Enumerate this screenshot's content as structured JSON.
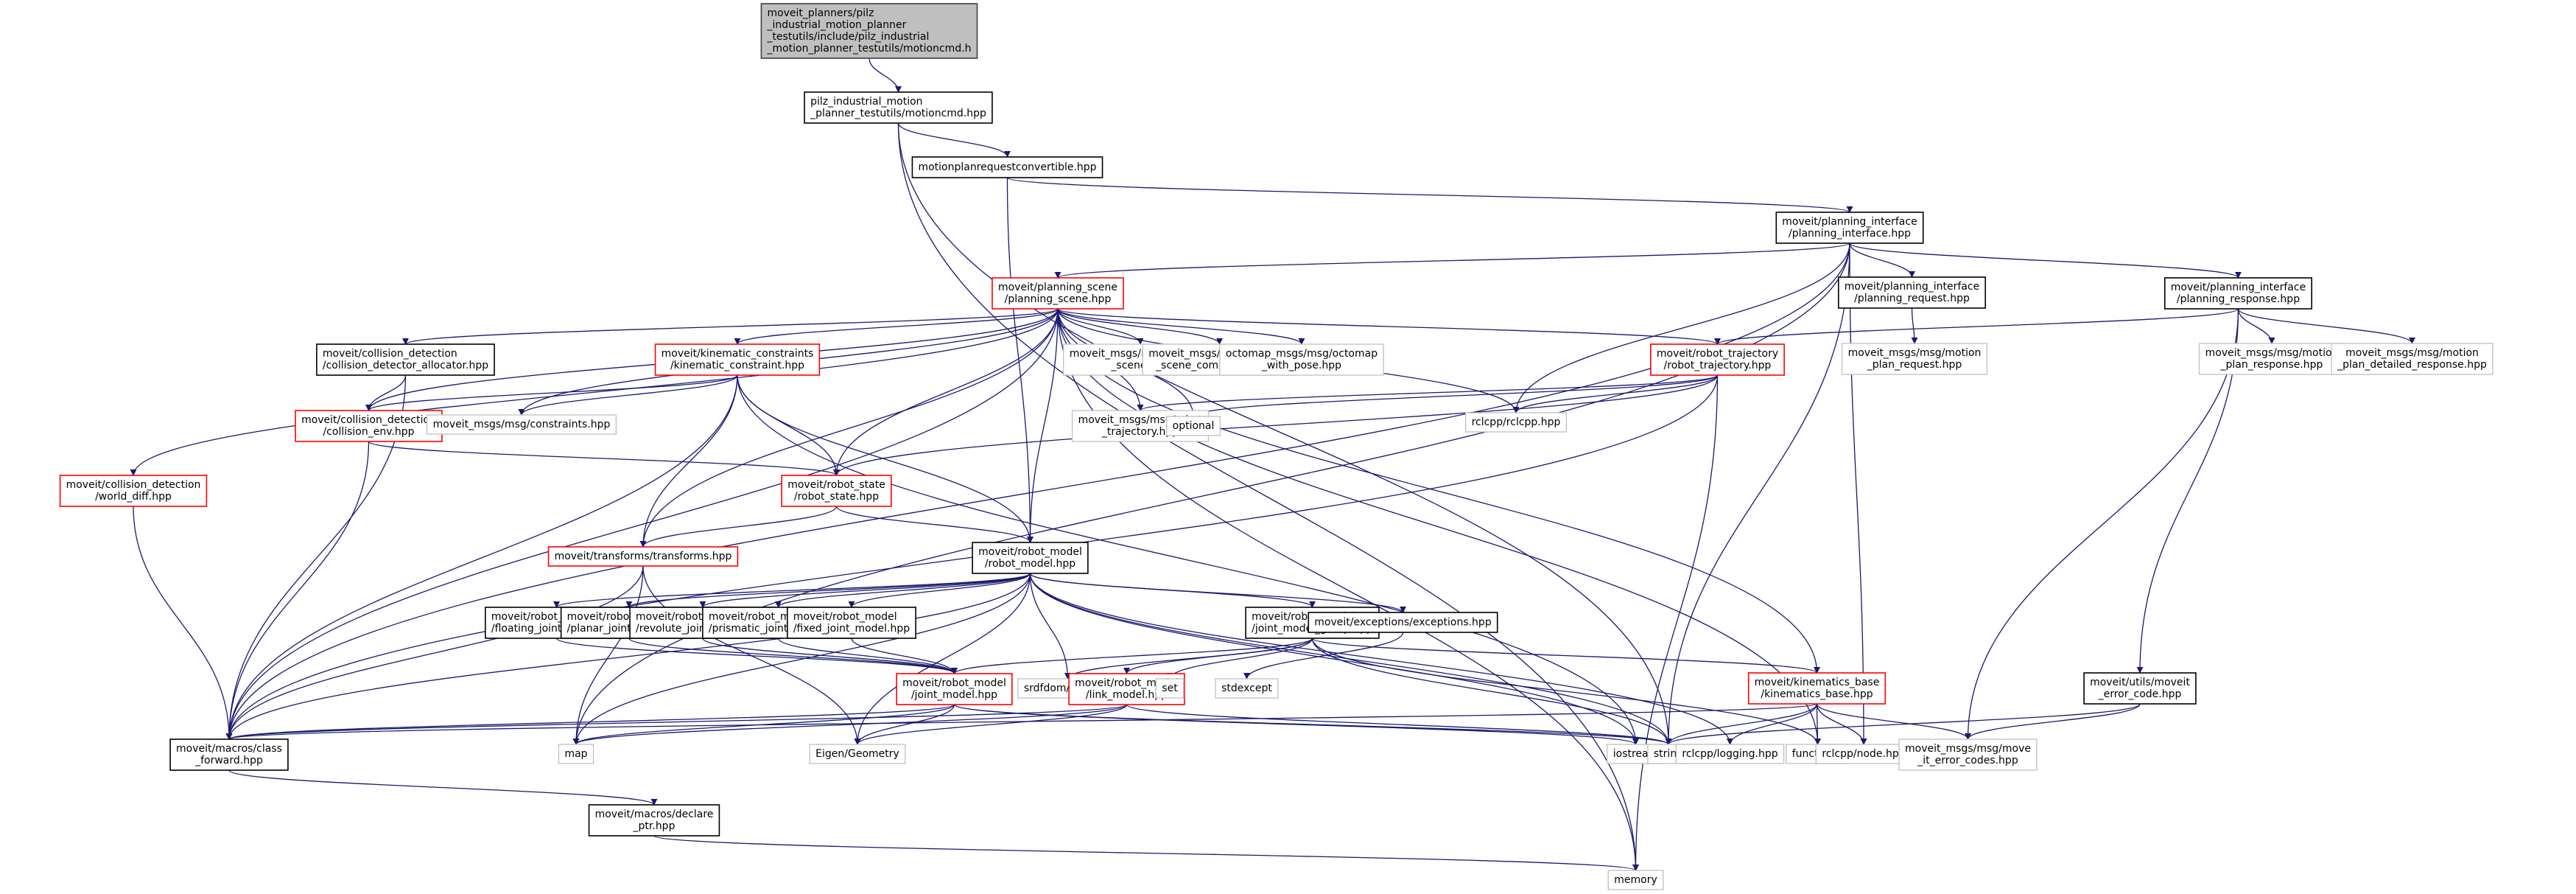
{
  "title": "Include dependency graph for motioncmd.h",
  "colors": {
    "edge": "#191970",
    "root_fill": "#bfbfbf",
    "root_border": "#404040",
    "documented_border": "#000000",
    "truncated_border": "#ff0000",
    "external_border": "#bfbfbf",
    "node_fill": "#ffffff"
  },
  "nodes": [
    {
      "id": "root",
      "kind": "root",
      "lines": [
        "moveit_planners/pilz",
        "_industrial_motion_planner",
        "_testutils/include/pilz_industrial",
        "_motion_planner_testutils/motioncmd.h"
      ]
    },
    {
      "id": "motioncmd_hpp",
      "kind": "documented",
      "lines": [
        "pilz_industrial_motion",
        "_planner_testutils/motioncmd.hpp"
      ]
    },
    {
      "id": "mprc",
      "kind": "documented",
      "lines": [
        "motionplanrequestconvertible.hpp"
      ]
    },
    {
      "id": "planning_interface",
      "kind": "documented",
      "lines": [
        "moveit/planning_interface",
        "/planning_interface.hpp"
      ]
    },
    {
      "id": "planning_scene",
      "kind": "truncated",
      "lines": [
        "moveit/planning_scene",
        "/planning_scene.hpp"
      ]
    },
    {
      "id": "planning_request",
      "kind": "documented",
      "lines": [
        "moveit/planning_interface",
        "/planning_request.hpp"
      ]
    },
    {
      "id": "planning_response",
      "kind": "documented",
      "lines": [
        "moveit/planning_interface",
        "/planning_response.hpp"
      ]
    },
    {
      "id": "motion_plan_request",
      "kind": "external",
      "lines": [
        "moveit_msgs/msg/motion",
        "_plan_request.hpp"
      ]
    },
    {
      "id": "motion_plan_response",
      "kind": "external",
      "lines": [
        "moveit_msgs/msg/motion",
        "_plan_response.hpp"
      ]
    },
    {
      "id": "motion_plan_detailed",
      "kind": "external",
      "lines": [
        "moveit_msgs/msg/motion",
        "_plan_detailed_response.hpp"
      ]
    },
    {
      "id": "cd_allocator",
      "kind": "documented",
      "lines": [
        "moveit/collision_detection",
        "/collision_detector_allocator.hpp"
      ]
    },
    {
      "id": "kinematic_constraint",
      "kind": "truncated",
      "lines": [
        "moveit/kinematic_constraints",
        "/kinematic_constraint.hpp"
      ]
    },
    {
      "id": "msg_planning_scene",
      "kind": "external",
      "lines": [
        "moveit_msgs/msg/planning",
        "_scene.hpp"
      ]
    },
    {
      "id": "msg_planning_scene_comp",
      "kind": "external",
      "lines": [
        "moveit_msgs/msg/planning",
        "_scene_components.hpp"
      ]
    },
    {
      "id": "octomap_pose",
      "kind": "external",
      "lines": [
        "octomap_msgs/msg/octomap",
        "_with_pose.hpp"
      ]
    },
    {
      "id": "robot_trajectory",
      "kind": "truncated",
      "lines": [
        "moveit/robot_trajectory",
        "/robot_trajectory.hpp"
      ]
    },
    {
      "id": "collision_env",
      "kind": "truncated",
      "lines": [
        "moveit/collision_detection",
        "/collision_env.hpp"
      ]
    },
    {
      "id": "msg_constraints",
      "kind": "external",
      "lines": [
        "moveit_msgs/msg/constraints.hpp"
      ]
    },
    {
      "id": "msg_robot_trajectory",
      "kind": "external",
      "lines": [
        "moveit_msgs/msg/robot",
        "_trajectory.hpp"
      ]
    },
    {
      "id": "optional",
      "kind": "external",
      "lines": [
        "optional"
      ]
    },
    {
      "id": "rclcpp",
      "kind": "external",
      "lines": [
        "rclcpp/rclcpp.hpp"
      ]
    },
    {
      "id": "world_diff",
      "kind": "truncated",
      "lines": [
        "moveit/collision_detection",
        "/world_diff.hpp"
      ]
    },
    {
      "id": "robot_state",
      "kind": "truncated",
      "lines": [
        "moveit/robot_state",
        "/robot_state.hpp"
      ]
    },
    {
      "id": "transforms",
      "kind": "truncated",
      "lines": [
        "moveit/transforms/transforms.hpp"
      ]
    },
    {
      "id": "robot_model",
      "kind": "documented",
      "lines": [
        "moveit/robot_model",
        "/robot_model.hpp"
      ]
    },
    {
      "id": "floating_joint",
      "kind": "documented",
      "lines": [
        "moveit/robot_model",
        "/floating_joint_model.hpp"
      ]
    },
    {
      "id": "planar_joint",
      "kind": "documented",
      "lines": [
        "moveit/robot_model",
        "/planar_joint_model.hpp"
      ]
    },
    {
      "id": "revolute_joint",
      "kind": "documented",
      "lines": [
        "moveit/robot_model",
        "/revolute_joint_model.hpp"
      ]
    },
    {
      "id": "prismatic_joint",
      "kind": "documented",
      "lines": [
        "moveit/robot_model",
        "/prismatic_joint_model.hpp"
      ]
    },
    {
      "id": "fixed_joint",
      "kind": "documented",
      "lines": [
        "moveit/robot_model",
        "/fixed_joint_model.hpp"
      ]
    },
    {
      "id": "joint_model_group",
      "kind": "documented",
      "lines": [
        "moveit/robot_model",
        "/joint_model_group.hpp"
      ]
    },
    {
      "id": "exceptions",
      "kind": "documented",
      "lines": [
        "moveit/exceptions/exceptions.hpp"
      ]
    },
    {
      "id": "moveit_error_code",
      "kind": "documented",
      "lines": [
        "moveit/utils/moveit",
        "_error_code.hpp"
      ]
    },
    {
      "id": "joint_model",
      "kind": "truncated",
      "lines": [
        "moveit/robot_model",
        "/joint_model.hpp"
      ]
    },
    {
      "id": "srdfdom",
      "kind": "external",
      "lines": [
        "srdfdom/model.h"
      ]
    },
    {
      "id": "link_model",
      "kind": "truncated",
      "lines": [
        "moveit/robot_model",
        "/link_model.hpp"
      ]
    },
    {
      "id": "set",
      "kind": "external",
      "lines": [
        "set"
      ]
    },
    {
      "id": "stdexcept",
      "kind": "external",
      "lines": [
        "stdexcept"
      ]
    },
    {
      "id": "kinematics_base",
      "kind": "truncated",
      "lines": [
        "moveit/kinematics_base",
        "/kinematics_base.hpp"
      ]
    },
    {
      "id": "class_forward",
      "kind": "documented",
      "lines": [
        "moveit/macros/class",
        "_forward.hpp"
      ]
    },
    {
      "id": "map",
      "kind": "external",
      "lines": [
        "map"
      ]
    },
    {
      "id": "eigen_geometry",
      "kind": "external",
      "lines": [
        "Eigen/Geometry"
      ]
    },
    {
      "id": "iostream",
      "kind": "external",
      "lines": [
        "iostream"
      ]
    },
    {
      "id": "string",
      "kind": "external",
      "lines": [
        "string"
      ]
    },
    {
      "id": "rclcpp_logging",
      "kind": "external",
      "lines": [
        "rclcpp/logging.hpp"
      ]
    },
    {
      "id": "functional",
      "kind": "external",
      "lines": [
        "functional"
      ]
    },
    {
      "id": "rclcpp_node",
      "kind": "external",
      "lines": [
        "rclcpp/node.hpp"
      ]
    },
    {
      "id": "move_it_error_codes",
      "kind": "external",
      "lines": [
        "moveit_msgs/msg/move",
        "_it_error_codes.hpp"
      ]
    },
    {
      "id": "declare_ptr",
      "kind": "documented",
      "lines": [
        "moveit/macros/declare",
        "_ptr.hpp"
      ]
    },
    {
      "id": "memory",
      "kind": "external",
      "lines": [
        "memory"
      ]
    }
  ],
  "edges": [
    [
      "root",
      "motioncmd_hpp"
    ],
    [
      "motioncmd_hpp",
      "mprc"
    ],
    [
      "motioncmd_hpp",
      "memory"
    ],
    [
      "motioncmd_hpp",
      "string"
    ],
    [
      "mprc",
      "planning_interface"
    ],
    [
      "mprc",
      "robot_model"
    ],
    [
      "planning_interface",
      "planning_scene"
    ],
    [
      "planning_interface",
      "planning_request"
    ],
    [
      "planning_interface",
      "planning_response"
    ],
    [
      "planning_interface",
      "class_forward"
    ],
    [
      "planning_interface",
      "map"
    ],
    [
      "planning_interface",
      "string"
    ],
    [
      "planning_interface",
      "rclcpp"
    ],
    [
      "planning_interface",
      "rclcpp_node"
    ],
    [
      "planning_request",
      "motion_plan_request"
    ],
    [
      "planning_response",
      "robot_trajectory"
    ],
    [
      "planning_response",
      "motion_plan_response"
    ],
    [
      "planning_response",
      "motion_plan_detailed"
    ],
    [
      "planning_response",
      "moveit_error_code"
    ],
    [
      "planning_response",
      "move_it_error_codes"
    ],
    [
      "planning_scene",
      "cd_allocator"
    ],
    [
      "planning_scene",
      "kinematic_constraint"
    ],
    [
      "planning_scene",
      "msg_planning_scene"
    ],
    [
      "planning_scene",
      "msg_planning_scene_comp"
    ],
    [
      "planning_scene",
      "octomap_pose"
    ],
    [
      "planning_scene",
      "robot_trajectory"
    ],
    [
      "planning_scene",
      "collision_env"
    ],
    [
      "planning_scene",
      "msg_constraints"
    ],
    [
      "planning_scene",
      "msg_robot_trajectory"
    ],
    [
      "planning_scene",
      "optional"
    ],
    [
      "planning_scene",
      "rclcpp"
    ],
    [
      "planning_scene",
      "world_diff"
    ],
    [
      "planning_scene",
      "robot_state"
    ],
    [
      "planning_scene",
      "transforms"
    ],
    [
      "planning_scene",
      "robot_model"
    ],
    [
      "planning_scene",
      "class_forward"
    ],
    [
      "planning_scene",
      "functional"
    ],
    [
      "planning_scene",
      "memory"
    ],
    [
      "planning_scene",
      "kinematics_base"
    ],
    [
      "cd_allocator",
      "collision_env"
    ],
    [
      "cd_allocator",
      "class_forward"
    ],
    [
      "kinematic_constraint",
      "collision_env"
    ],
    [
      "kinematic_constraint",
      "msg_constraints"
    ],
    [
      "kinematic_constraint",
      "robot_state"
    ],
    [
      "kinematic_constraint",
      "transforms"
    ],
    [
      "kinematic_constraint",
      "robot_model"
    ],
    [
      "kinematic_constraint",
      "class_forward"
    ],
    [
      "kinematic_constraint",
      "iostream"
    ],
    [
      "robot_trajectory",
      "msg_robot_trajectory"
    ],
    [
      "robot_trajectory",
      "optional"
    ],
    [
      "robot_trajectory",
      "rclcpp"
    ],
    [
      "robot_trajectory",
      "robot_state"
    ],
    [
      "robot_trajectory",
      "memory"
    ],
    [
      "robot_trajectory",
      "class_forward"
    ],
    [
      "collision_env",
      "robot_state"
    ],
    [
      "collision_env",
      "class_forward"
    ],
    [
      "world_diff",
      "class_forward"
    ],
    [
      "robot_state",
      "transforms"
    ],
    [
      "robot_state",
      "robot_model"
    ],
    [
      "transforms",
      "class_forward"
    ],
    [
      "transforms",
      "map"
    ],
    [
      "transforms",
      "eigen_geometry"
    ],
    [
      "robot_model",
      "floating_joint"
    ],
    [
      "robot_model",
      "planar_joint"
    ],
    [
      "robot_model",
      "revolute_joint"
    ],
    [
      "robot_model",
      "prismatic_joint"
    ],
    [
      "robot_model",
      "fixed_joint"
    ],
    [
      "robot_model",
      "joint_model_group"
    ],
    [
      "robot_model",
      "exceptions"
    ],
    [
      "robot_model",
      "srdfdom"
    ],
    [
      "robot_model",
      "class_forward"
    ],
    [
      "robot_model",
      "map"
    ],
    [
      "robot_model",
      "eigen_geometry"
    ],
    [
      "robot_model",
      "iostream"
    ],
    [
      "robot_model",
      "string"
    ],
    [
      "robot_model",
      "rclcpp_logging"
    ],
    [
      "floating_joint",
      "joint_model"
    ],
    [
      "planar_joint",
      "joint_model"
    ],
    [
      "revolute_joint",
      "joint_model"
    ],
    [
      "prismatic_joint",
      "joint_model"
    ],
    [
      "fixed_joint",
      "joint_model"
    ],
    [
      "joint_model_group",
      "joint_model"
    ],
    [
      "joint_model_group",
      "link_model"
    ],
    [
      "joint_model_group",
      "set"
    ],
    [
      "joint_model_group",
      "kinematics_base"
    ],
    [
      "joint_model_group",
      "string"
    ],
    [
      "joint_model_group",
      "functional"
    ],
    [
      "joint_model_group",
      "srdfdom"
    ],
    [
      "exceptions",
      "stdexcept"
    ],
    [
      "joint_model",
      "class_forward"
    ],
    [
      "joint_model",
      "map"
    ],
    [
      "joint_model",
      "eigen_geometry"
    ],
    [
      "joint_model",
      "iostream"
    ],
    [
      "joint_model",
      "string"
    ],
    [
      "link_model",
      "class_forward"
    ],
    [
      "link_model",
      "eigen_geometry"
    ],
    [
      "link_model",
      "string"
    ],
    [
      "link_model",
      "map"
    ],
    [
      "kinematics_base",
      "class_forward"
    ],
    [
      "kinematics_base",
      "rclcpp_logging"
    ],
    [
      "kinematics_base",
      "functional"
    ],
    [
      "kinematics_base",
      "rclcpp_node"
    ],
    [
      "kinematics_base",
      "move_it_error_codes"
    ],
    [
      "kinematics_base",
      "string"
    ],
    [
      "moveit_error_code",
      "move_it_error_codes"
    ],
    [
      "moveit_error_code",
      "string"
    ],
    [
      "class_forward",
      "declare_ptr"
    ],
    [
      "declare_ptr",
      "memory"
    ]
  ]
}
